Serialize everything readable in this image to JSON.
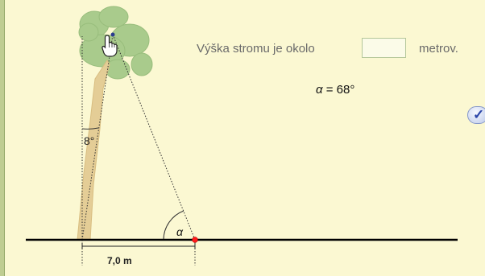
{
  "question": {
    "text": "Výška stromu je okolo",
    "input_value": "",
    "unit": "metrov."
  },
  "alpha_readout": {
    "symbol": "α",
    "rest": " = 68°"
  },
  "figure": {
    "top_angle_label": "8°",
    "alpha_label": "α",
    "distance_label": "7,0 m"
  },
  "icons": {
    "check": "check-icon",
    "hand": "hand-pointer-icon"
  },
  "colors": {
    "background": "#fbf8d2",
    "trunk": "#e4cd96",
    "foliage": "#a6c98b",
    "observer_point": "#ff0000",
    "ground": "#000000"
  }
}
